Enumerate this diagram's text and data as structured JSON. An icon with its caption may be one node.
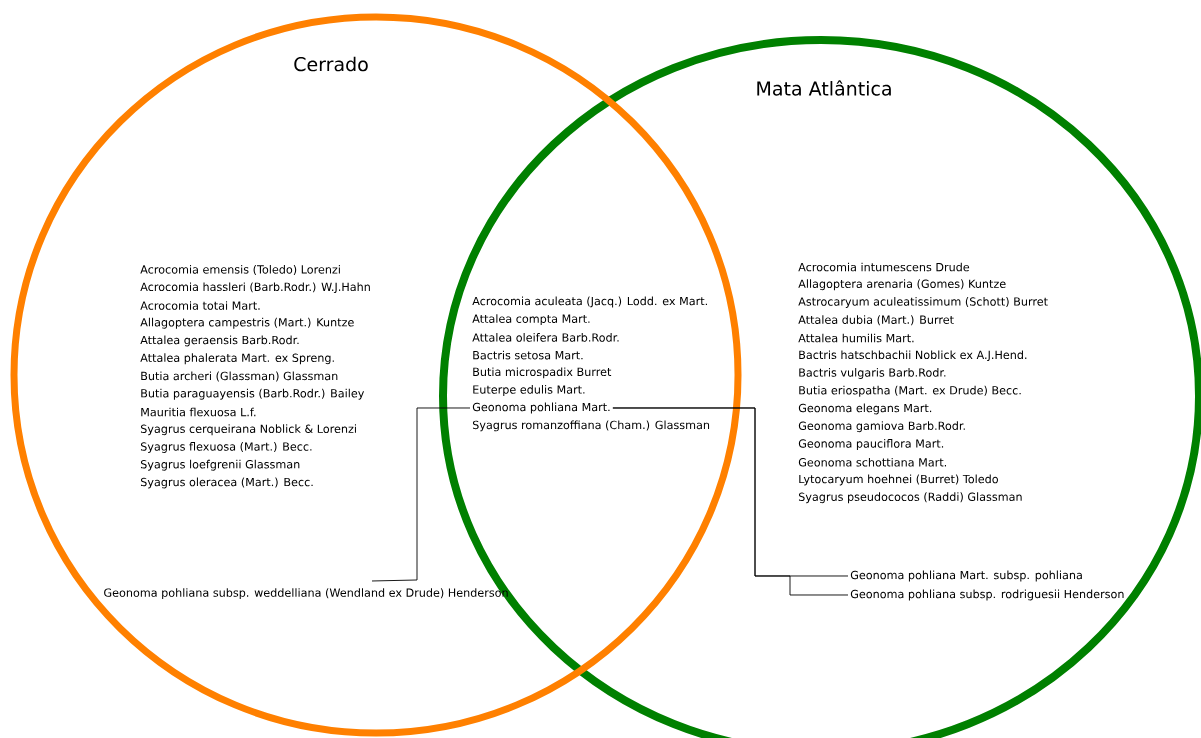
{
  "diagram": {
    "nodes": [
      {
        "text": [
          "Cerrado"
        ]
      },
      {
        "text": [
          "Mata Atlântica"
        ]
      },
      {
        "text": [
          "Geonoma pohliana Mart."
        ]
      },
      {
        "text": [
          "Geonoma pohliana subsp. weddelliana (Wendland ex Drude) Henderson"
        ],
        "in": 0
      },
      {
        "text": [
          "Geonoma pohliana Mart. subsp. pohliana"
        ],
        "in": 1
      },
      {
        "text": [
          "Geonoma pohliana subsp. rodriguesii Henderson"
        ],
        "in": 1
      }
    ],
    "edges": [
      {
        "from": 2,
        "to": 3,
        "arrow": "none"
      },
      {
        "from": 2,
        "to": 4,
        "arrow": "none"
      },
      {
        "from": 2,
        "to": 5,
        "arrow": "none"
      }
    ],
    "labels": [
      "Acrocomia emensis (Toledo) Lorenzi",
      "Acrocomia hassleri (Barb.Rodr.) W.J.Hahn",
      "Acrocomia totai Mart.",
      "Allagoptera campestris (Mart.) Kuntze",
      "Attalea geraensis Barb.Rodr.",
      "Attalea phalerata Mart. ex Spreng.",
      "Butia archeri (Glassman) Glassman",
      "Butia paraguayensis (Barb.Rodr.) Bailey",
      "Mauritia flexuosa L.f.",
      "Syagrus cerqueirana Noblick & Lorenzi",
      "Syagrus flexuosa (Mart.) Becc.",
      "Syagrus loefgrenii Glassman",
      "Syagrus oleracea (Mart.) Becc.",
      "Acrocomia aculeata (Jacq.) Lodd. ex Mart.",
      "Attalea compta Mart.",
      "Attalea oleifera Barb.Rodr.",
      "Bactris setosa Mart.",
      "Butia microspadix Burret",
      "Euterpe edulis Mart.",
      "Syagrus romanzoffiana (Cham.) Glassman",
      "Acrocomia intumescens Drude",
      "Allagoptera arenaria (Gomes) Kuntze",
      "Astrocaryum aculeatissimum (Schott) Burret",
      "Attalea dubia (Mart.) Burret",
      "Attalea humilis Mart.",
      "Bactris hatschbachii Noblick ex A.J.Hend.",
      "Bactris vulgaris Barb.Rodr.",
      "Butia eriospatha (Mart. ex Drude) Becc.",
      "Geonoma elegans Mart.",
      "Geonoma gamiova Barb.Rodr.",
      "Geonoma pauciflora Mart.",
      "Geonoma schottiana Mart.",
      "Lytocaryum hoehnei (Burret) Toledo",
      "Syagrus pseudococos (Raddi) Glassman"
    ]
  }
}
